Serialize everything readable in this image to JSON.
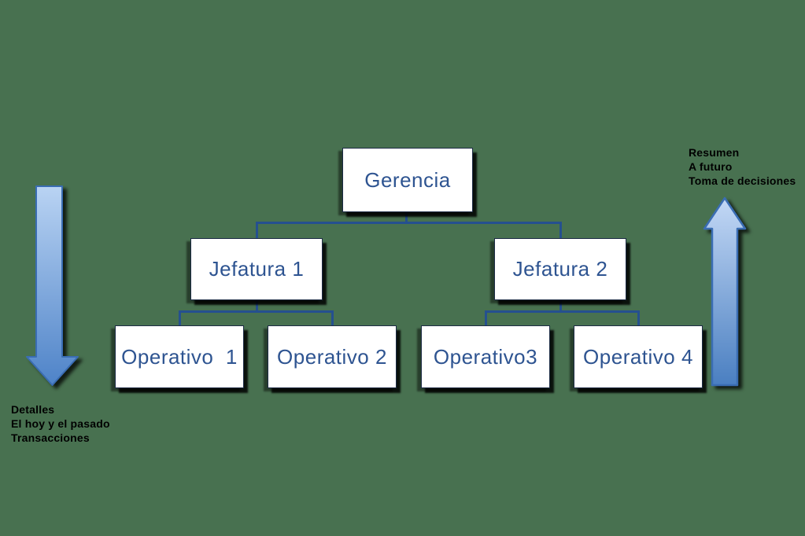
{
  "org_chart": {
    "nodes": [
      {
        "id": "gerencia",
        "label": "Gerencia",
        "level": 0,
        "parent": null
      },
      {
        "id": "jefatura-1",
        "label": "Jefatura 1",
        "level": 1,
        "parent": "gerencia"
      },
      {
        "id": "jefatura-2",
        "label": "Jefatura 2",
        "level": 1,
        "parent": "gerencia"
      },
      {
        "id": "operativo-1",
        "label": "Operativo  1",
        "level": 2,
        "parent": "jefatura-1"
      },
      {
        "id": "operativo-2",
        "label": "Operativo 2",
        "level": 2,
        "parent": "jefatura-1"
      },
      {
        "id": "operativo-3",
        "label": "Operativo3",
        "level": 2,
        "parent": "jefatura-2"
      },
      {
        "id": "operativo-4",
        "label": "Operativo 4",
        "level": 2,
        "parent": "jefatura-2"
      }
    ]
  },
  "annotations": {
    "left": {
      "arrow_direction": "down",
      "lines": [
        "Detalles",
        "El hoy y el pasado",
        "Transacciones"
      ]
    },
    "right": {
      "arrow_direction": "up",
      "lines": [
        "Resumen",
        "A futuro",
        "Toma de decisiones"
      ]
    }
  },
  "colors": {
    "background": "#487150",
    "box_fill": "#ffffff",
    "box_text": "#2e5491",
    "connector": "#25508f",
    "arrow_gradient_top": "#b9d3f3",
    "arrow_gradient_bottom": "#4e83c8",
    "arrow_border": "#3a6db3",
    "annotation_text": "#000000"
  }
}
